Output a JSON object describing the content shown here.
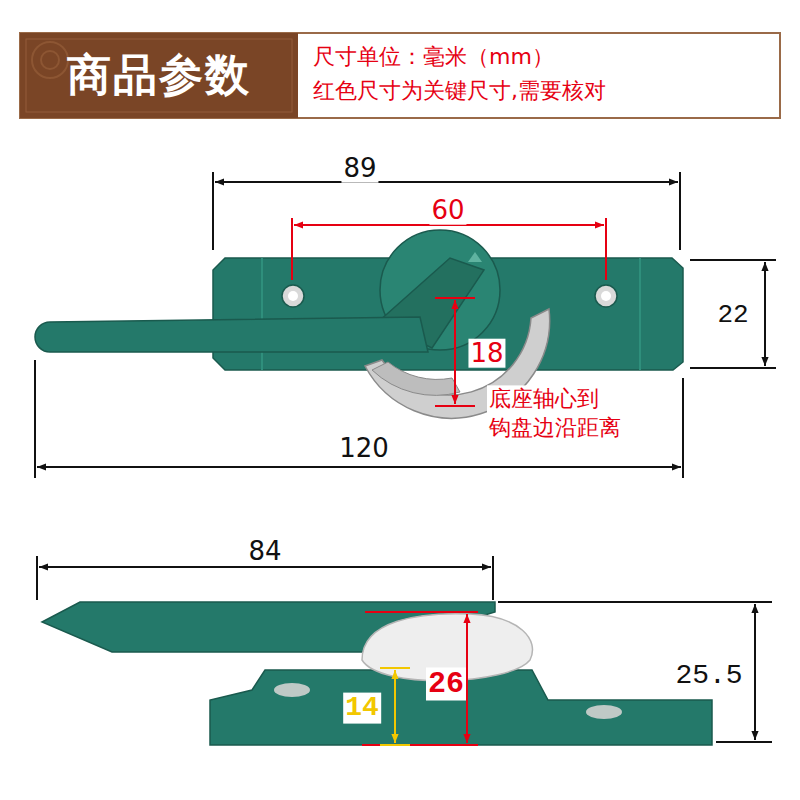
{
  "diagram": {
    "title": "商品参数",
    "nodes": [
      {
        "text": [
          "尺寸单位：毫米（mm）",
          "红色尺寸为关键尺寸,需要核对"
        ]
      }
    ],
    "labels": [
      "89",
      "60",
      "22",
      "18",
      "底座轴心到 钩盘边沿距离",
      "120",
      "84",
      "26",
      "14",
      "25.5"
    ]
  }
}
